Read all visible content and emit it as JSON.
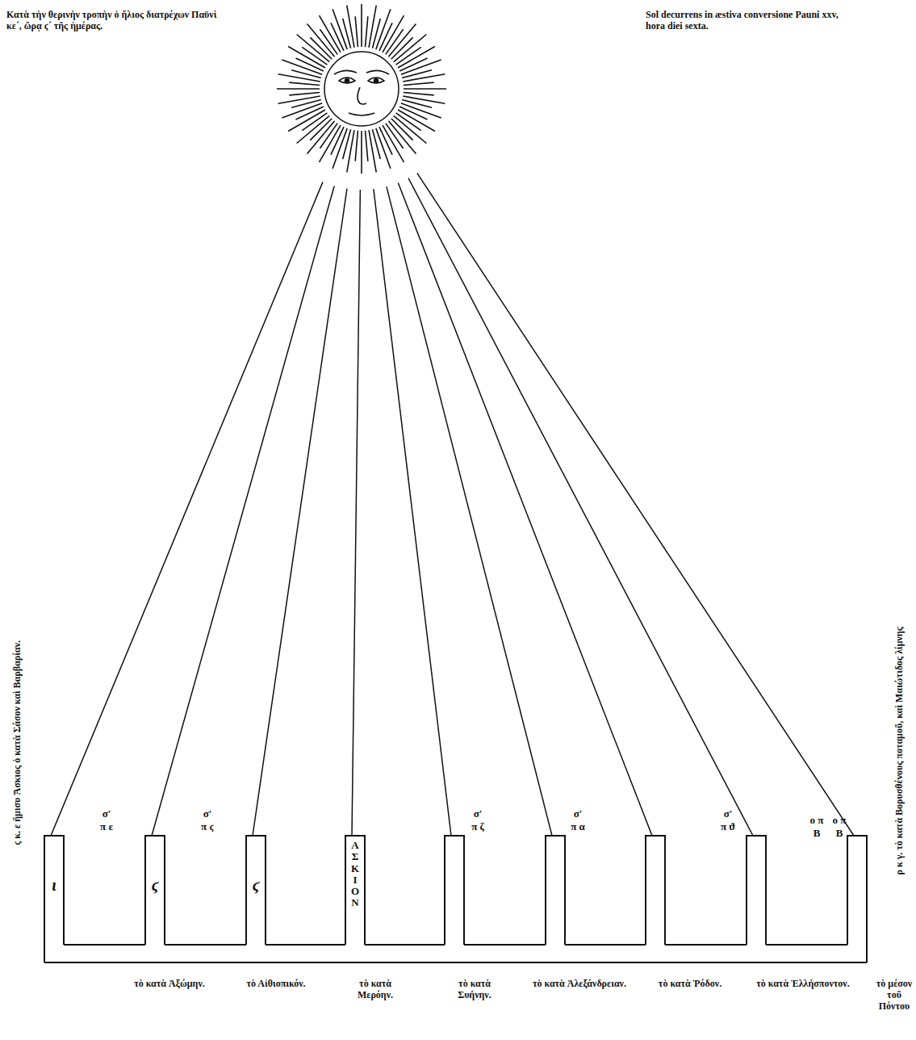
{
  "diagram": {
    "labels": [
      "Κατὰ τὴν θερινὴν τροπὴν ὁ ἥλιος διατρέχων Παϋνὶ κε΄, ὥρᾳ ϛ΄ τῆς ἡμέρας.",
      "Sol decurrens in æstiva conversione Pauni xxv, hora diei sexta.",
      "ϛ κ. ε ἥμισυ Ἄσκιος ὁ κατὰ Σάσον καὶ Βαρβαρίαν.",
      "ρ κ γ. τὸ κατὰ Βορυσθένους ποταμοῦ, καὶ Μαιώτιδος λίμνης",
      "τὸ κατὰ Ἀξώμην.",
      "τὸ Αἰθιοπικόν.",
      "τὸ κατὰ Μερόην.",
      "τὸ κατὰ Συήνην.",
      "τὸ κατὰ Ἀλεξάνδρειαν.",
      "τὸ κατὰ Ῥόδον.",
      "τὸ κατὰ Ἑλλήσποντον.",
      "τὸ μέσον τοῦ Πόντου",
      "σ′ π ε",
      "σ′ π ϛ",
      "ΑΣΚΙΟΝ",
      "σ′ π ζ",
      "σ′ π α",
      "σ′ π ϑ",
      "ο π Β",
      "ο π Β",
      "ι",
      "ϛ",
      "ϛ"
    ]
  }
}
